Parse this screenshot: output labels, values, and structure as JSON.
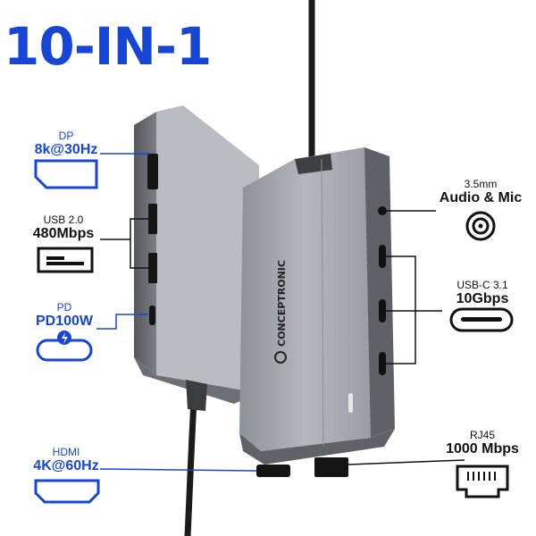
{
  "headline": "10-IN-1",
  "brand": "CONCEPTRONIC",
  "colors": {
    "accent": "#1746d6",
    "dark": "#111111",
    "hub_body": "#a9acb1"
  },
  "ports": {
    "dp": {
      "name": "DP",
      "spec": "8k@30Hz",
      "icon": "displayport-icon"
    },
    "usb2": {
      "name": "USB 2.0",
      "spec": "480Mbps",
      "icon": "usb-a-icon"
    },
    "pd": {
      "name": "PD",
      "spec": "PD100W",
      "icon": "usb-c-power-icon"
    },
    "hdmi": {
      "name": "HDMI",
      "spec": "4K@60Hz",
      "icon": "hdmi-icon"
    },
    "audio": {
      "name": "3.5mm",
      "spec": "Audio & Mic",
      "icon": "audio-jack-icon"
    },
    "usbc": {
      "name": "USB-C 3.1",
      "spec": "10Gbps",
      "icon": "usb-c-icon"
    },
    "rj45": {
      "name": "RJ45",
      "spec": "1000 Mbps",
      "icon": "ethernet-icon"
    }
  }
}
